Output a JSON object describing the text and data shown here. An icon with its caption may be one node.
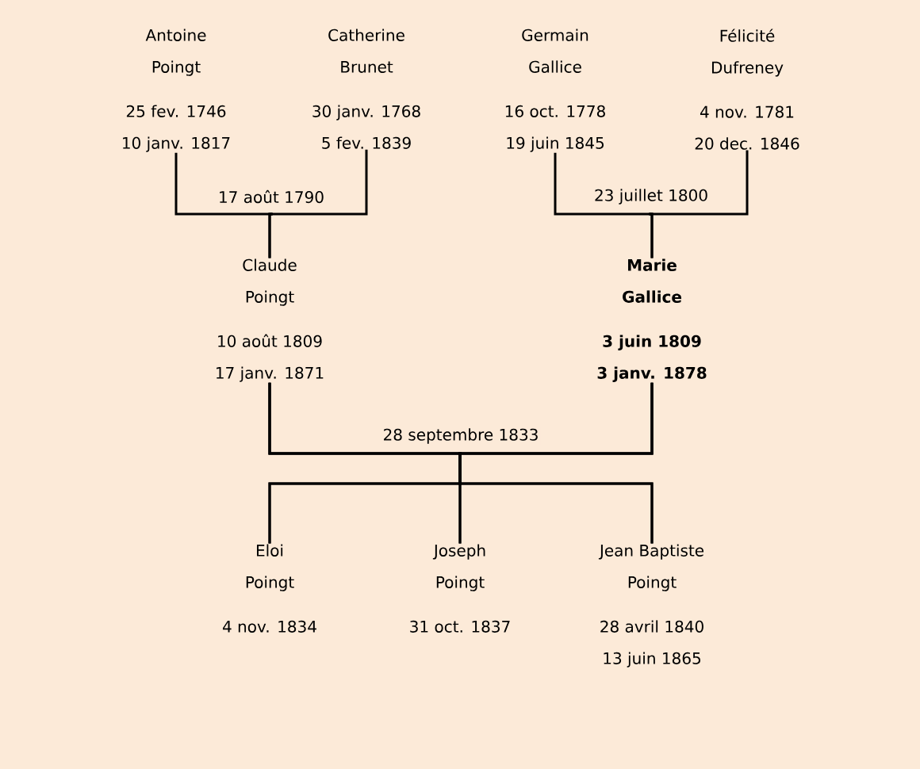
{
  "diagram": {
    "nodes": [
      {
        "text": [
          "Antoine Poingt",
          "25 fev. 1746",
          "10 janv. 1817"
        ]
      },
      {
        "text": [
          "Catherine Brunet",
          "30 janv. 1768",
          "5 fev. 1839"
        ]
      },
      {
        "text": [
          "Germain Gallice",
          "16 oct. 1778",
          "19 juin 1845"
        ]
      },
      {
        "text": [
          "Félicité Dufreney",
          "4 nov. 1781",
          "20 dec. 1846"
        ]
      },
      {
        "text": [
          "Claude Poingt",
          "10 août 1809",
          "17 janv. 1871"
        ]
      },
      {
        "text": [
          "Marie Gallice",
          "3 juin 1809",
          "3 janv. 1878"
        ]
      },
      {
        "text": [
          "Eloi Poingt",
          "4 nov. 1834"
        ]
      },
      {
        "text": [
          "Joseph Poingt",
          "31 oct. 1837"
        ]
      },
      {
        "text": [
          "Jean Baptiste Poingt",
          "28 avril 1840",
          "13 juin 1865"
        ]
      }
    ],
    "edges": [
      {
        "from": 0,
        "to": 4,
        "arrow": "none",
        "label": "17 août 1790"
      },
      {
        "from": 1,
        "to": 4,
        "arrow": "none"
      },
      {
        "from": 2,
        "to": 5,
        "arrow": "none",
        "label": "23 juillet 1800"
      },
      {
        "from": 3,
        "to": 5,
        "arrow": "none"
      },
      {
        "from": 4,
        "to": 6,
        "arrow": "none",
        "label": "28 septembre 1833"
      },
      {
        "from": 4,
        "to": 7,
        "arrow": "none"
      },
      {
        "from": 4,
        "to": 8,
        "arrow": "none"
      },
      {
        "from": 5,
        "to": 6,
        "arrow": "none"
      },
      {
        "from": 5,
        "to": 7,
        "arrow": "none"
      },
      {
        "from": 5,
        "to": 8,
        "arrow": "none"
      }
    ]
  }
}
